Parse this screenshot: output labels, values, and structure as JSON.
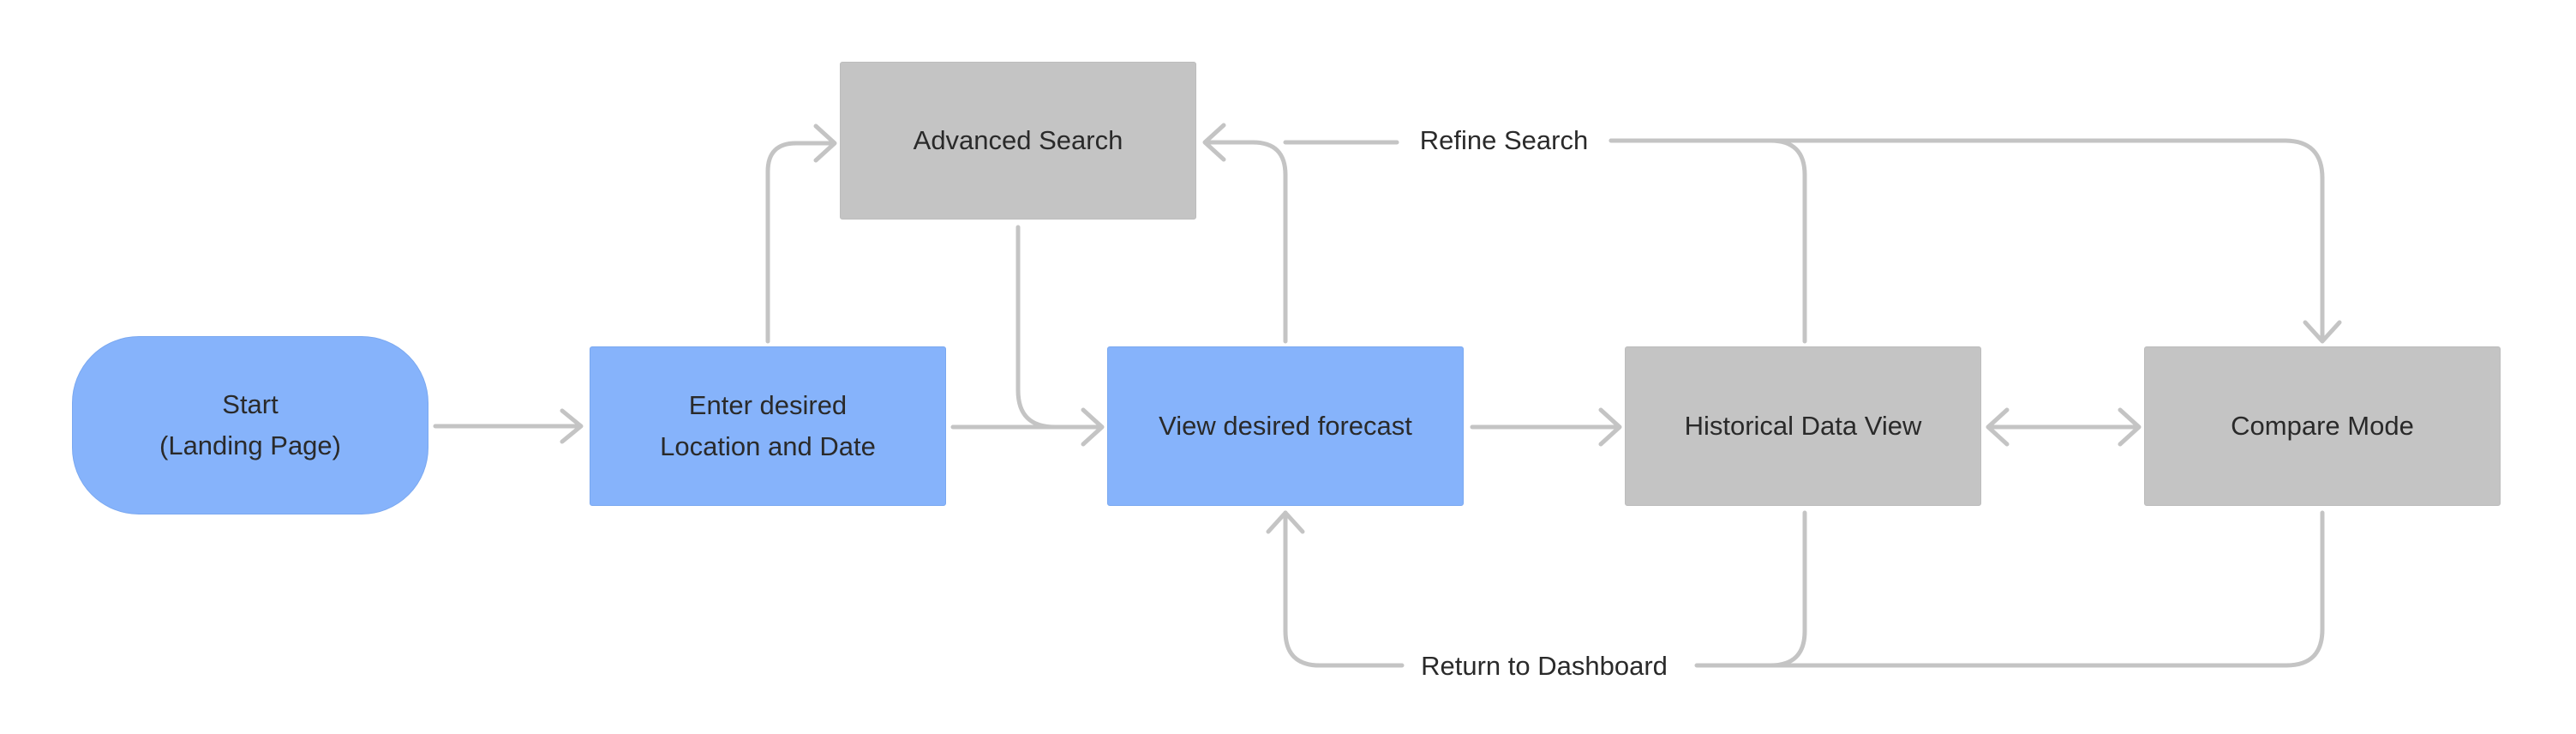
{
  "diagram": {
    "colors": {
      "primary_step": "#86b3fb",
      "secondary_step": "#c4c4c4",
      "connector": "#c4c4c4",
      "text": "#2a2a2a",
      "background": "#ffffff"
    },
    "nodes": {
      "start": {
        "line1": "Start",
        "line2": "(Landing Page)"
      },
      "enter": {
        "line1": "Enter desired",
        "line2": "Location and Date"
      },
      "forecast": {
        "label": "View desired forecast"
      },
      "advanced": {
        "label": "Advanced Search"
      },
      "historical": {
        "label": "Historical Data View"
      },
      "compare": {
        "label": "Compare Mode"
      }
    },
    "edge_labels": {
      "refine": "Refine Search",
      "return": "Return to Dashboard"
    }
  }
}
